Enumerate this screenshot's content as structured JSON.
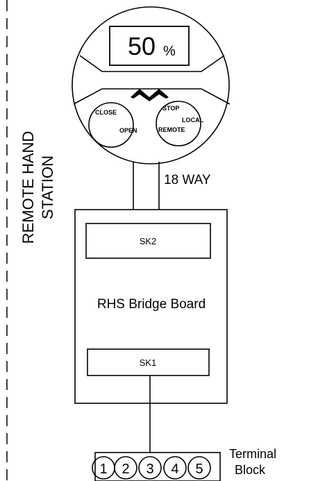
{
  "station": {
    "label_line1": "REMOTE HAND",
    "label_line2": "STATION"
  },
  "display": {
    "value": "50",
    "unit": "%"
  },
  "knobs": {
    "left": {
      "top": "CLOSE",
      "bottom": "OPEN"
    },
    "right": {
      "top": "STOP",
      "right": "LOCAL",
      "bottom": "REMOTE"
    }
  },
  "cable": {
    "label": "18 WAY"
  },
  "board": {
    "title": "RHS Bridge Board",
    "socket_top": "SK2",
    "socket_bottom": "SK1"
  },
  "terminal": {
    "label_line1": "Terminal",
    "label_line2": "Block",
    "numbers": [
      "1",
      "2",
      "3",
      "4",
      "5"
    ]
  }
}
